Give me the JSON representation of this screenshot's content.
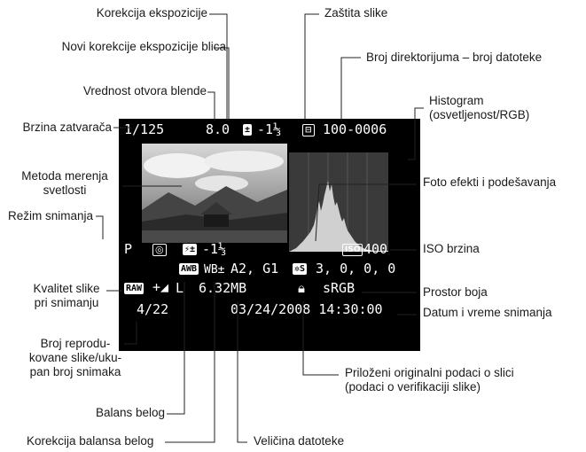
{
  "callouts": {
    "shutter_speed": "Brzina zatvarača",
    "aperture_value": "Vrednost otvora blende",
    "flash_exposure_compensation": "Novi korekcije ekspozicije blica",
    "exposure_compensation": "Korekcija ekspozicije",
    "image_protection": "Zaštita slike",
    "folder_file_number": "Broj direktorijuma – broj datoteke",
    "histogram_line1": "Histogram",
    "histogram_line2": "(osvetljenost/RGB)",
    "metering_line1": "Metoda merenja",
    "metering_line2": "svetlosti",
    "picture_style": "Foto efekti i podešavanja",
    "shooting_mode": "Režim snimanja",
    "iso_speed": "ISO brzina",
    "quality_line1": "Kvalitet slike",
    "quality_line2": "pri snimanju",
    "color_space": "Prostor boja",
    "date_time": "Datum i vreme snimanja",
    "playback_line1": "Broj reprodu-",
    "playback_line2": "kovane slike/uku-",
    "playback_line3": "pan broj snimaka",
    "verification_line1": "Priloženi originalni podaci o slici",
    "verification_line2": "(podaci o verifikaciji slike)",
    "white_balance": "Balans belog",
    "wb_correction": "Korekcija balansa belog",
    "file_size": "Veličina datoteke"
  },
  "screen": {
    "shutter": "1/125",
    "aperture": "8.0",
    "exp_comp": "-1⅓",
    "file_number": "100-0006",
    "mode": "P",
    "flash_comp": "-1⅓",
    "iso_badge": "ISO",
    "iso": "400",
    "wb_badge": "AWB",
    "wb_shift": "A2, G1",
    "style_params": "3, 0, 0, 0",
    "raw_badge": "RAW",
    "quality_L": "L",
    "file_size": "6.32MB",
    "color_space": "sRGB",
    "counter": "4/22",
    "datetime": "03/24/2008 14:30:00"
  },
  "icons": [
    "exposure-comp-icon",
    "protect-icon",
    "metering-icon",
    "flash-comp-icon",
    "picture-style-icon",
    "lock-icon",
    "histogram",
    "photo-thumbnail"
  ]
}
